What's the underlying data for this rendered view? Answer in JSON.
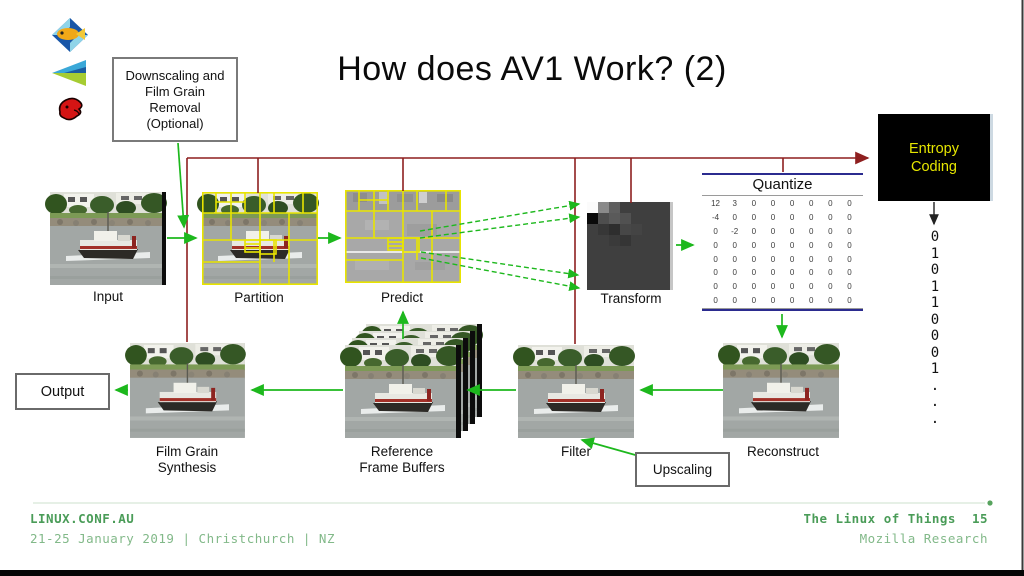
{
  "slide": {
    "title": "How does AV1 Work? (2)"
  },
  "logos": [
    {
      "name": "xiph-fish-logo"
    },
    {
      "name": "daala-triangle-logo"
    },
    {
      "name": "red-mascot-logo"
    }
  ],
  "boxes": {
    "downscaling": "Downscaling and\nFilm Grain\nRemoval\n(Optional)",
    "output": "Output",
    "upscaling": "Upscaling",
    "entropy": "Entropy\nCoding"
  },
  "stages": {
    "input": "Input",
    "partition": "Partition",
    "predict": "Predict",
    "transform": "Transform",
    "quantize_title": "Quantize",
    "film_grain_synthesis": "Film Grain\nSynthesis",
    "reference_frame_buffers": "Reference\nFrame Buffers",
    "filter": "Filter",
    "reconstruct": "Reconstruct"
  },
  "quantize": {
    "values": [
      [
        12,
        3,
        0,
        0,
        0,
        0,
        0,
        0
      ],
      [
        -4,
        0,
        0,
        0,
        0,
        0,
        0,
        0
      ],
      [
        0,
        -2,
        0,
        0,
        0,
        0,
        0,
        0
      ],
      [
        0,
        0,
        0,
        0,
        0,
        0,
        0,
        0
      ],
      [
        0,
        0,
        0,
        0,
        0,
        0,
        0,
        0
      ],
      [
        0,
        0,
        0,
        0,
        0,
        0,
        0,
        0
      ],
      [
        0,
        0,
        0,
        0,
        0,
        0,
        0,
        0
      ],
      [
        0,
        0,
        0,
        0,
        0,
        0,
        0,
        0
      ]
    ]
  },
  "bitstream": {
    "digits": [
      "0",
      "1",
      "0",
      "1",
      "1",
      "0",
      "0",
      "0",
      "1",
      ".",
      ".",
      "."
    ]
  },
  "footer": {
    "conference": "LINUX.CONF.AU",
    "details": "21-25 January 2019 | Christchurch | NZ",
    "talk_title": "The Linux of Things",
    "page_number": "15",
    "org": "Mozilla Research"
  },
  "colors": {
    "arrow_green": "#1db81d",
    "line_dark_red": "#8e1f1f",
    "quantize_navy": "#2b2b8f",
    "entropy_bg": "#000000",
    "entropy_text": "#e6e600",
    "footer_green_bold": "#4a9c58",
    "footer_green_light": "#82b989"
  }
}
